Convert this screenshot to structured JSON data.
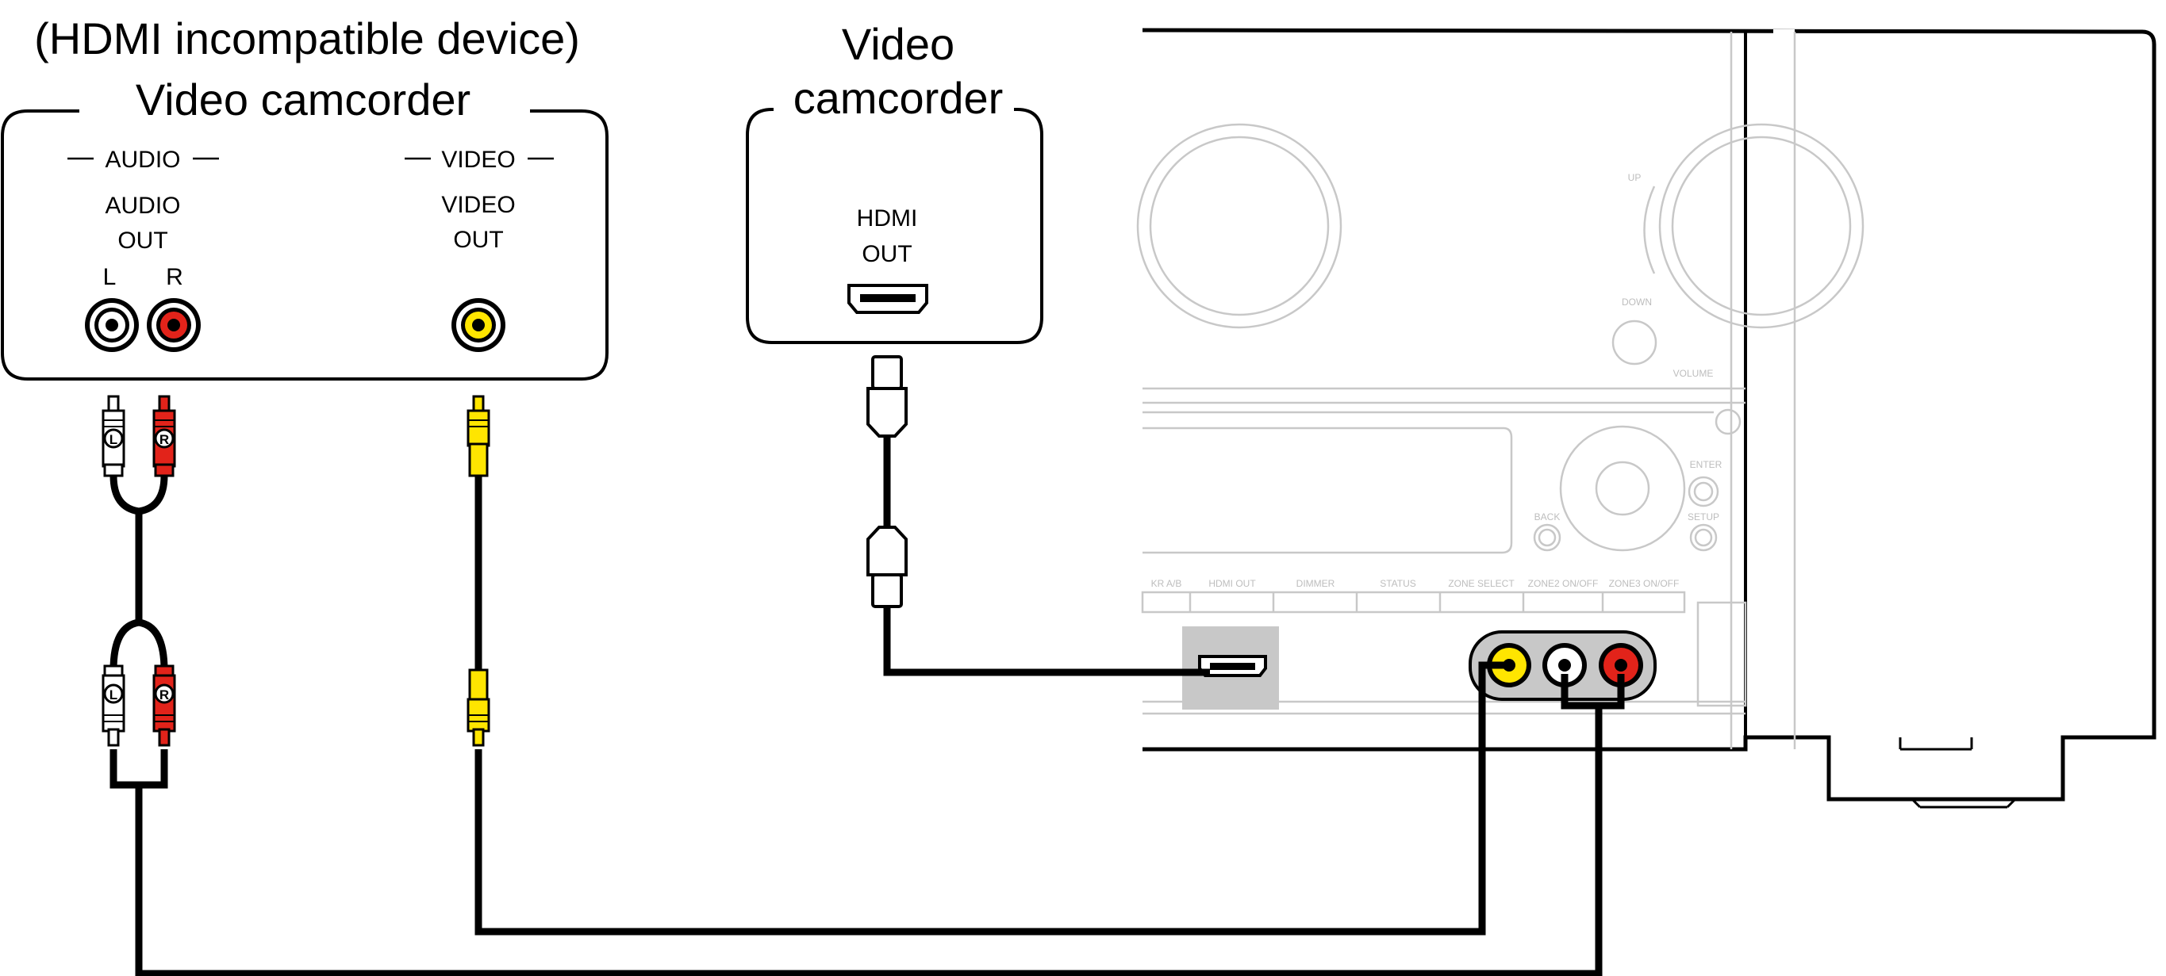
{
  "left_device": {
    "note": "(HDMI incompatible device)",
    "name": "Video camcorder",
    "audio_header": "AUDIO",
    "audio_out_line1": "AUDIO",
    "audio_out_line2": "OUT",
    "left_label": "L",
    "right_label": "R",
    "video_header": "VIDEO",
    "video_out_line1": "VIDEO",
    "video_out_line2": "OUT"
  },
  "hdmi_device": {
    "name_line1": "Video",
    "name_line2": "camcorder",
    "port_line1": "HDMI",
    "port_line2": "OUT"
  },
  "plugs": {
    "left_letter": "L",
    "right_letter": "R"
  },
  "receiver": {
    "up_label": "UP",
    "down_label": "DOWN",
    "volume_label": "VOLUME",
    "enter_label": "ENTER",
    "back_label": "BACK",
    "setup_label": "SETUP",
    "buttons": [
      "KR A/B",
      "HDMI OUT",
      "DIMMER",
      "STATUS",
      "ZONE SELECT",
      "ZONE2 ON/OFF",
      "ZONE3 ON/OFF"
    ]
  },
  "colors": {
    "white_jack": "#ffffff",
    "red_jack": "#e2231a",
    "yellow_jack": "#ffe500",
    "cable": "#000000",
    "hdmi_highlight": "#c8c8c8"
  }
}
